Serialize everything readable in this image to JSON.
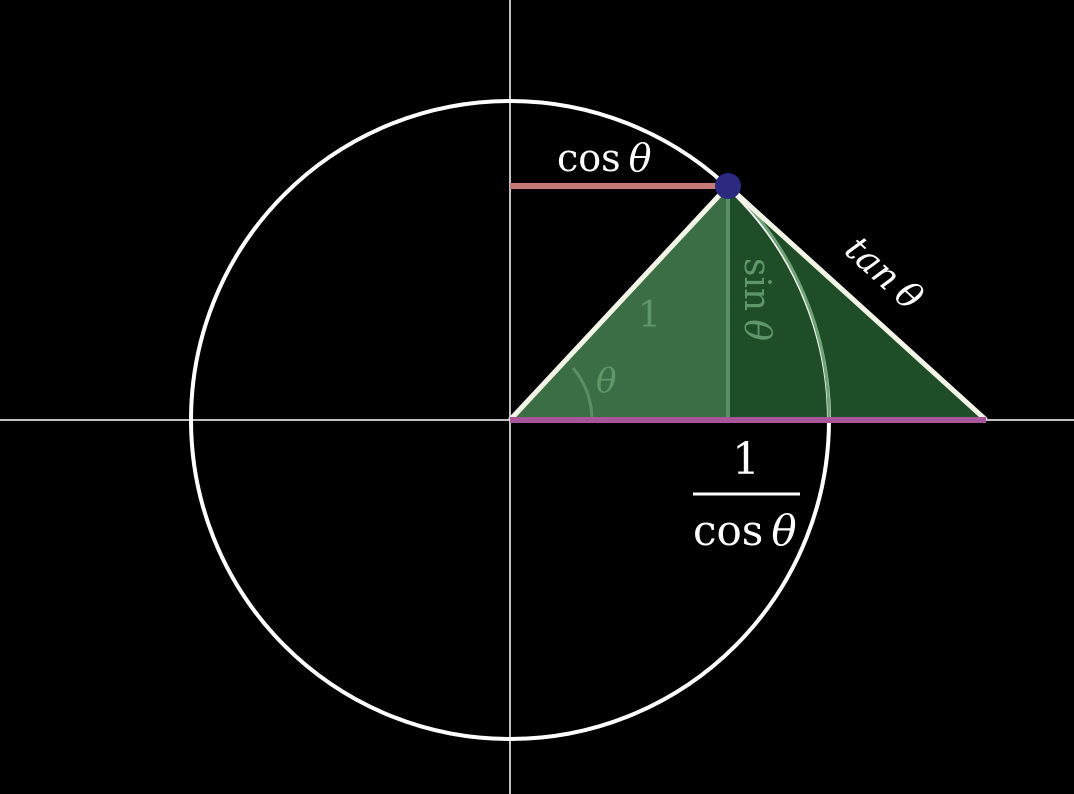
{
  "labels": {
    "cos": "cos",
    "sin": "sin",
    "tan": "tan",
    "theta": "θ",
    "one": "1",
    "sec_numerator": "1",
    "sec_denominator": "cos",
    "angle": "θ"
  },
  "colors": {
    "background": "#000000",
    "axis": "#ffffff",
    "circle": "#ffffff",
    "triangle_fill_left": "#3b6e45",
    "triangle_fill_right": "#1e4d27",
    "cos_segment": "#c57a75",
    "secant_segment": "#a8559c",
    "point": "#2b2a80",
    "sin_segment": "#5a8e63",
    "faint_label": "#5f9868",
    "tangent_segment": "#ffffff"
  },
  "angle_deg": 42.5
}
